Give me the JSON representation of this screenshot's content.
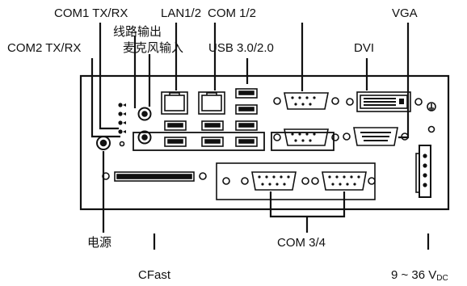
{
  "labels": {
    "com1": "COM1 TX/RX",
    "lan": "LAN1/2",
    "com12": "COM 1/2",
    "vga": "VGA",
    "line_out": "线路输出",
    "mic_in": "麦克风输入",
    "com2": "COM2 TX/RX",
    "usb": "USB 3.0/2.0",
    "dvi": "DVI",
    "power": "电源",
    "com34": "COM 3/4",
    "cfast": "CFast",
    "dc_main": "9 ~ 36 V",
    "dc_sub": "DC"
  },
  "colors": {
    "ink": "#111111",
    "panel_fill": "#ffffff"
  }
}
